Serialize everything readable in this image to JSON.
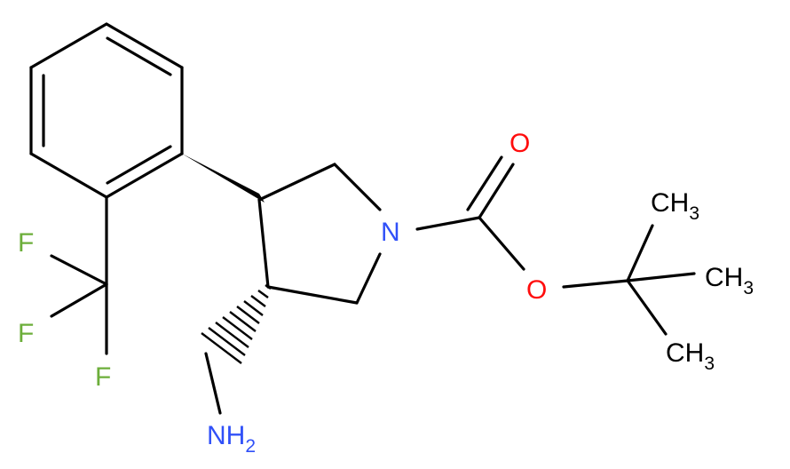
{
  "colors": {
    "bond": "#000000",
    "nitrogen": "#3050F8",
    "oxygen": "#FF0D0D",
    "fluorine": "#6CAE3A",
    "carbon": "#000000"
  },
  "atoms": {
    "ring_n": {
      "symbol": "N"
    },
    "carbonyl_o": {
      "symbol": "O"
    },
    "ester_o": {
      "symbol": "O"
    },
    "f1": {
      "symbol": "F"
    },
    "f2": {
      "symbol": "F"
    },
    "f3": {
      "symbol": "F"
    },
    "ch3_top": {
      "main": "CH",
      "sub": "3"
    },
    "ch3_mid": {
      "main": "CH",
      "sub": "3"
    },
    "ch3_bot": {
      "main": "CH",
      "sub": "3"
    },
    "nh2": {
      "main": "NH",
      "sub": "2"
    }
  }
}
